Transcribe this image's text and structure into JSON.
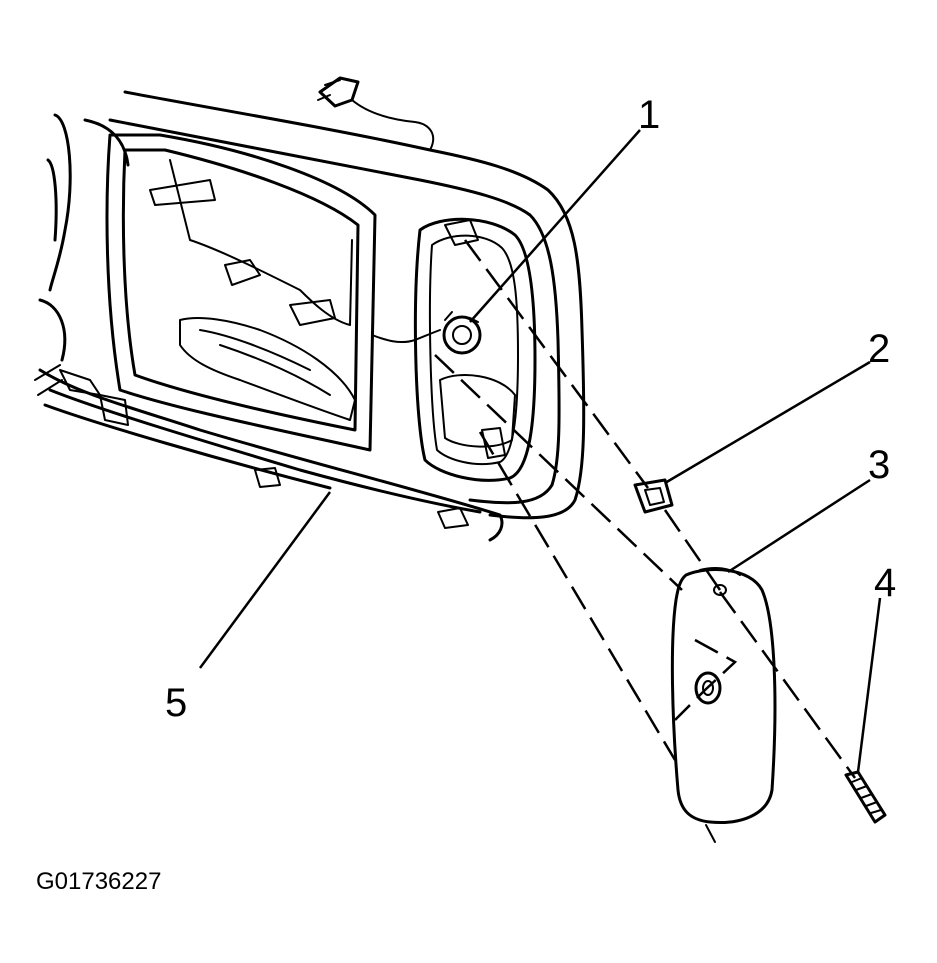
{
  "figure": {
    "id_label": "G01736227"
  },
  "callouts": [
    {
      "number": "1",
      "part": "bulb-socket"
    },
    {
      "number": "2",
      "part": "retainer-nut"
    },
    {
      "number": "3",
      "part": "side-marker-lamp"
    },
    {
      "number": "4",
      "part": "screw"
    },
    {
      "number": "5",
      "part": "front-fascia-headlamp-assembly"
    }
  ]
}
